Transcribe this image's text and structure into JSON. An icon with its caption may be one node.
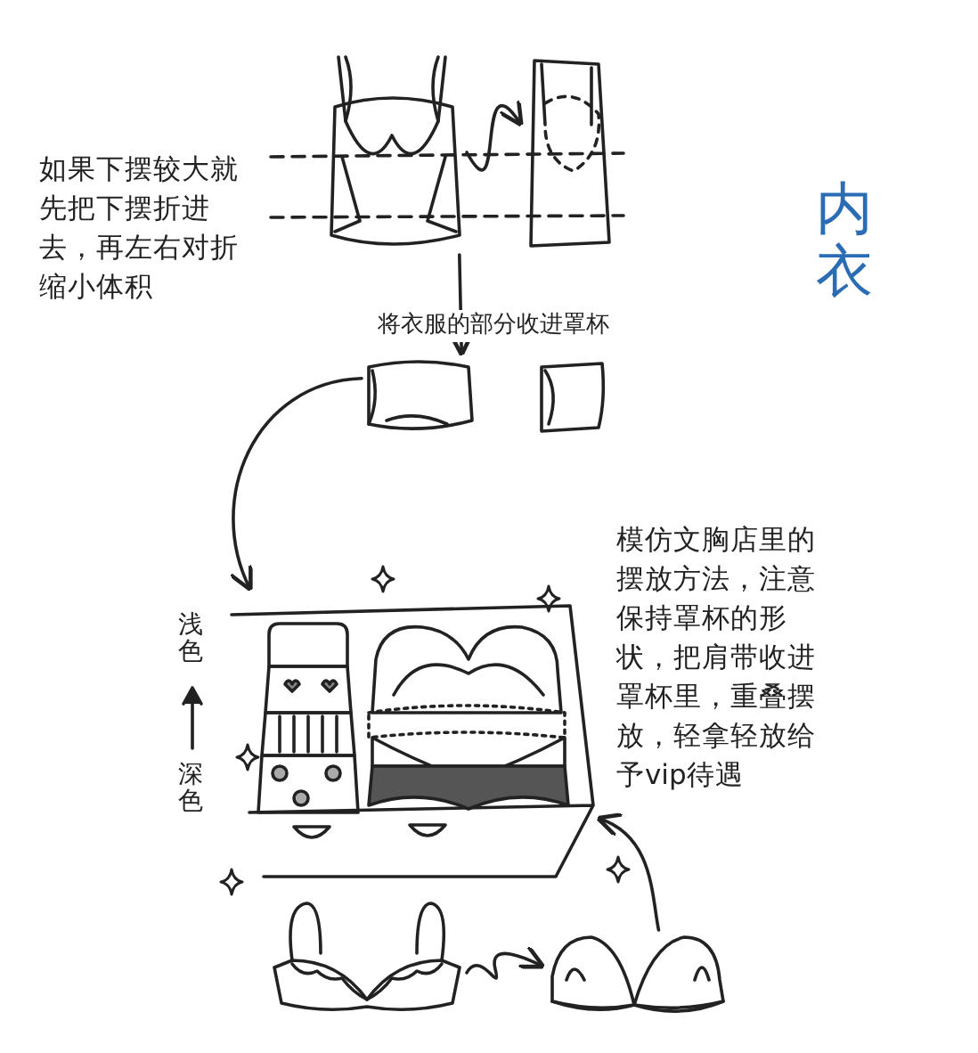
{
  "diagram": {
    "title": "内衣",
    "nodes": [
      {
        "text": [],
        "shape": "picture"
      },
      {
        "text": [],
        "shape": "picture"
      },
      {
        "text": [],
        "shape": "picture"
      },
      {
        "text": [],
        "shape": "picture"
      },
      {
        "text": [],
        "shape": "picture"
      },
      {
        "text": [],
        "shape": "picture"
      },
      {
        "text": [],
        "shape": "picture"
      }
    ],
    "edges": [
      {
        "from": 0,
        "to": 1,
        "arrow": "to"
      },
      {
        "from": 0,
        "to": 2,
        "arrow": "to",
        "label": "将衣服的部分收进罩杯"
      },
      {
        "from": 2,
        "to": 4,
        "arrow": "to"
      },
      {
        "from": 5,
        "to": 6,
        "arrow": "to"
      },
      {
        "from": 6,
        "to": 4,
        "arrow": "to"
      }
    ],
    "labels": [
      "如果下摆较大就先把下摆折进去，再左右对折缩小体积",
      "模仿文胸店里的摆放方法，注意保持罩杯的形状，把肩带收进罩杯里，重叠摆放，轻拿轻放给予vip待遇",
      "浅色",
      "深色"
    ]
  }
}
